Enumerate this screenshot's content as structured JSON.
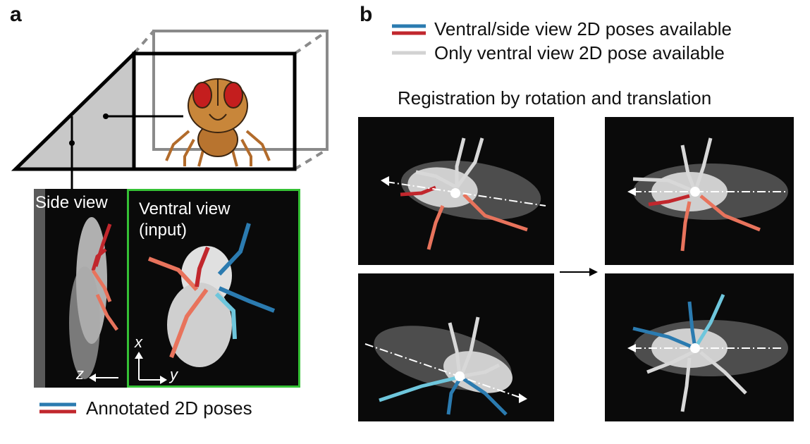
{
  "panel_a": {
    "letter": "a",
    "side_view_label": "Side view",
    "ventral_view_label_line1": "Ventral view",
    "ventral_view_label_line2": "(input)",
    "axis_x": "x",
    "axis_y": "y",
    "axis_z": "z",
    "legend_label": "Annotated 2D poses"
  },
  "panel_b": {
    "letter": "b",
    "legend_1": "Ventral/side view 2D poses available",
    "legend_2": "Only ventral view 2D pose available",
    "title": "Registration by rotation and translation"
  },
  "colors": {
    "blue": "#2b7bb0",
    "red": "#c1272d",
    "light_blue": "#6ec6dc",
    "salmon": "#e8735c",
    "gray_pose": "#d8d8d8",
    "green_frame": "#35c135",
    "prism_gray": "#c8c8c8"
  }
}
